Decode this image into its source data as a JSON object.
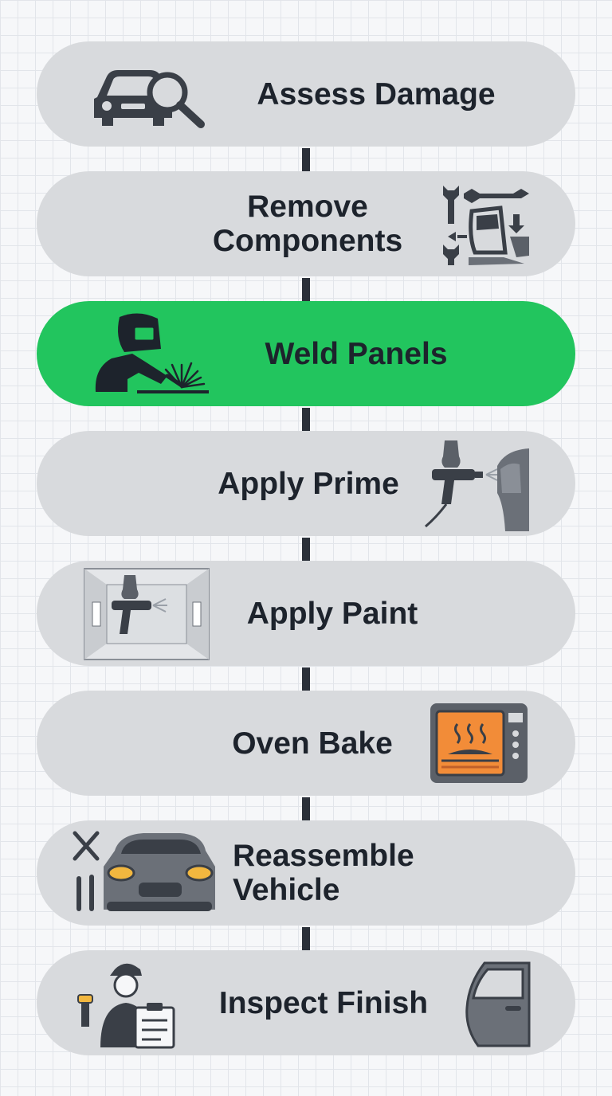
{
  "colors": {
    "background": "#f6f7f9",
    "step_fill": "#d8dadd",
    "active_fill": "#22c55e",
    "text": "#1d232c",
    "icon_dark": "#3a3f47",
    "icon_mid": "#6b7078",
    "accent_orange": "#f28c38"
  },
  "steps": [
    {
      "label": "Assess Damage",
      "icon": "car-magnifier-icon",
      "active": false
    },
    {
      "label": "Remove\nComponents",
      "icon": "tools-parts-icon",
      "active": false
    },
    {
      "label": "Weld Panels",
      "icon": "welder-icon",
      "active": true
    },
    {
      "label": "Apply Prime",
      "icon": "spray-gun-fender-icon",
      "active": false
    },
    {
      "label": "Apply Paint",
      "icon": "paint-booth-icon",
      "active": false
    },
    {
      "label": "Oven Bake",
      "icon": "oven-icon",
      "active": false
    },
    {
      "label": "Reassemble\nVehicle",
      "icon": "car-front-tools-icon",
      "active": false
    },
    {
      "label": "Inspect Finish",
      "icon": "inspector-door-icon",
      "active": false
    }
  ]
}
